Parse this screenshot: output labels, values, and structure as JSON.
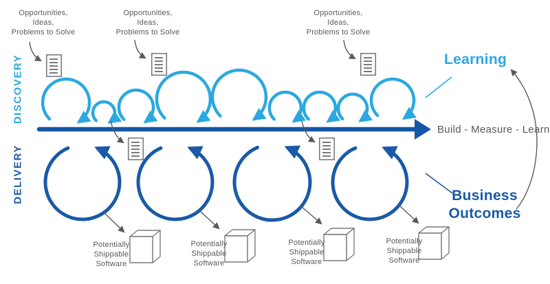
{
  "colors": {
    "discovery_blue": "#2AA8E0",
    "delivery_blue": "#1A5AA6",
    "text_gray": "#58595B",
    "arrow_gray": "#5A5A5C",
    "icon_gray": "#7A7A7D"
  },
  "tracks": {
    "discovery_label": "DISCOVERY",
    "delivery_label": "DELIVERY"
  },
  "timeline": {
    "label": "Build - Measure - Learn"
  },
  "annotations": {
    "learning_label": "Learning",
    "business_outcomes_line1": "Business",
    "business_outcomes_line2": "Outcomes"
  },
  "opportunity_notes": [
    {
      "line1": "Opportunities,",
      "line2": "Ideas,",
      "line3": "Problems to Solve"
    },
    {
      "line1": "Opportunities,",
      "line2": "Ideas,",
      "line3": "Problems to Solve"
    },
    {
      "line1": "Opportunities,",
      "line2": "Ideas,",
      "line3": "Problems to Solve"
    }
  ],
  "shippable_notes": [
    {
      "line1": "Potentially",
      "line2": "Shippable",
      "line3": "Software"
    },
    {
      "line1": "Potentially",
      "line2": "Shippable",
      "line3": "Software"
    },
    {
      "line1": "Potentially",
      "line2": "Shippable",
      "line3": "Software"
    },
    {
      "line1": "Potentially",
      "line2": "Shippable",
      "line3": "Software"
    }
  ],
  "icons": {
    "document": "document-icon",
    "package": "package-box-icon",
    "discovery_loop": "discovery-loop-arrow",
    "delivery_loop": "delivery-loop-arrow",
    "main_arrow": "build-measure-learn-arrow",
    "feedback": "feedback-curve-arrow"
  }
}
